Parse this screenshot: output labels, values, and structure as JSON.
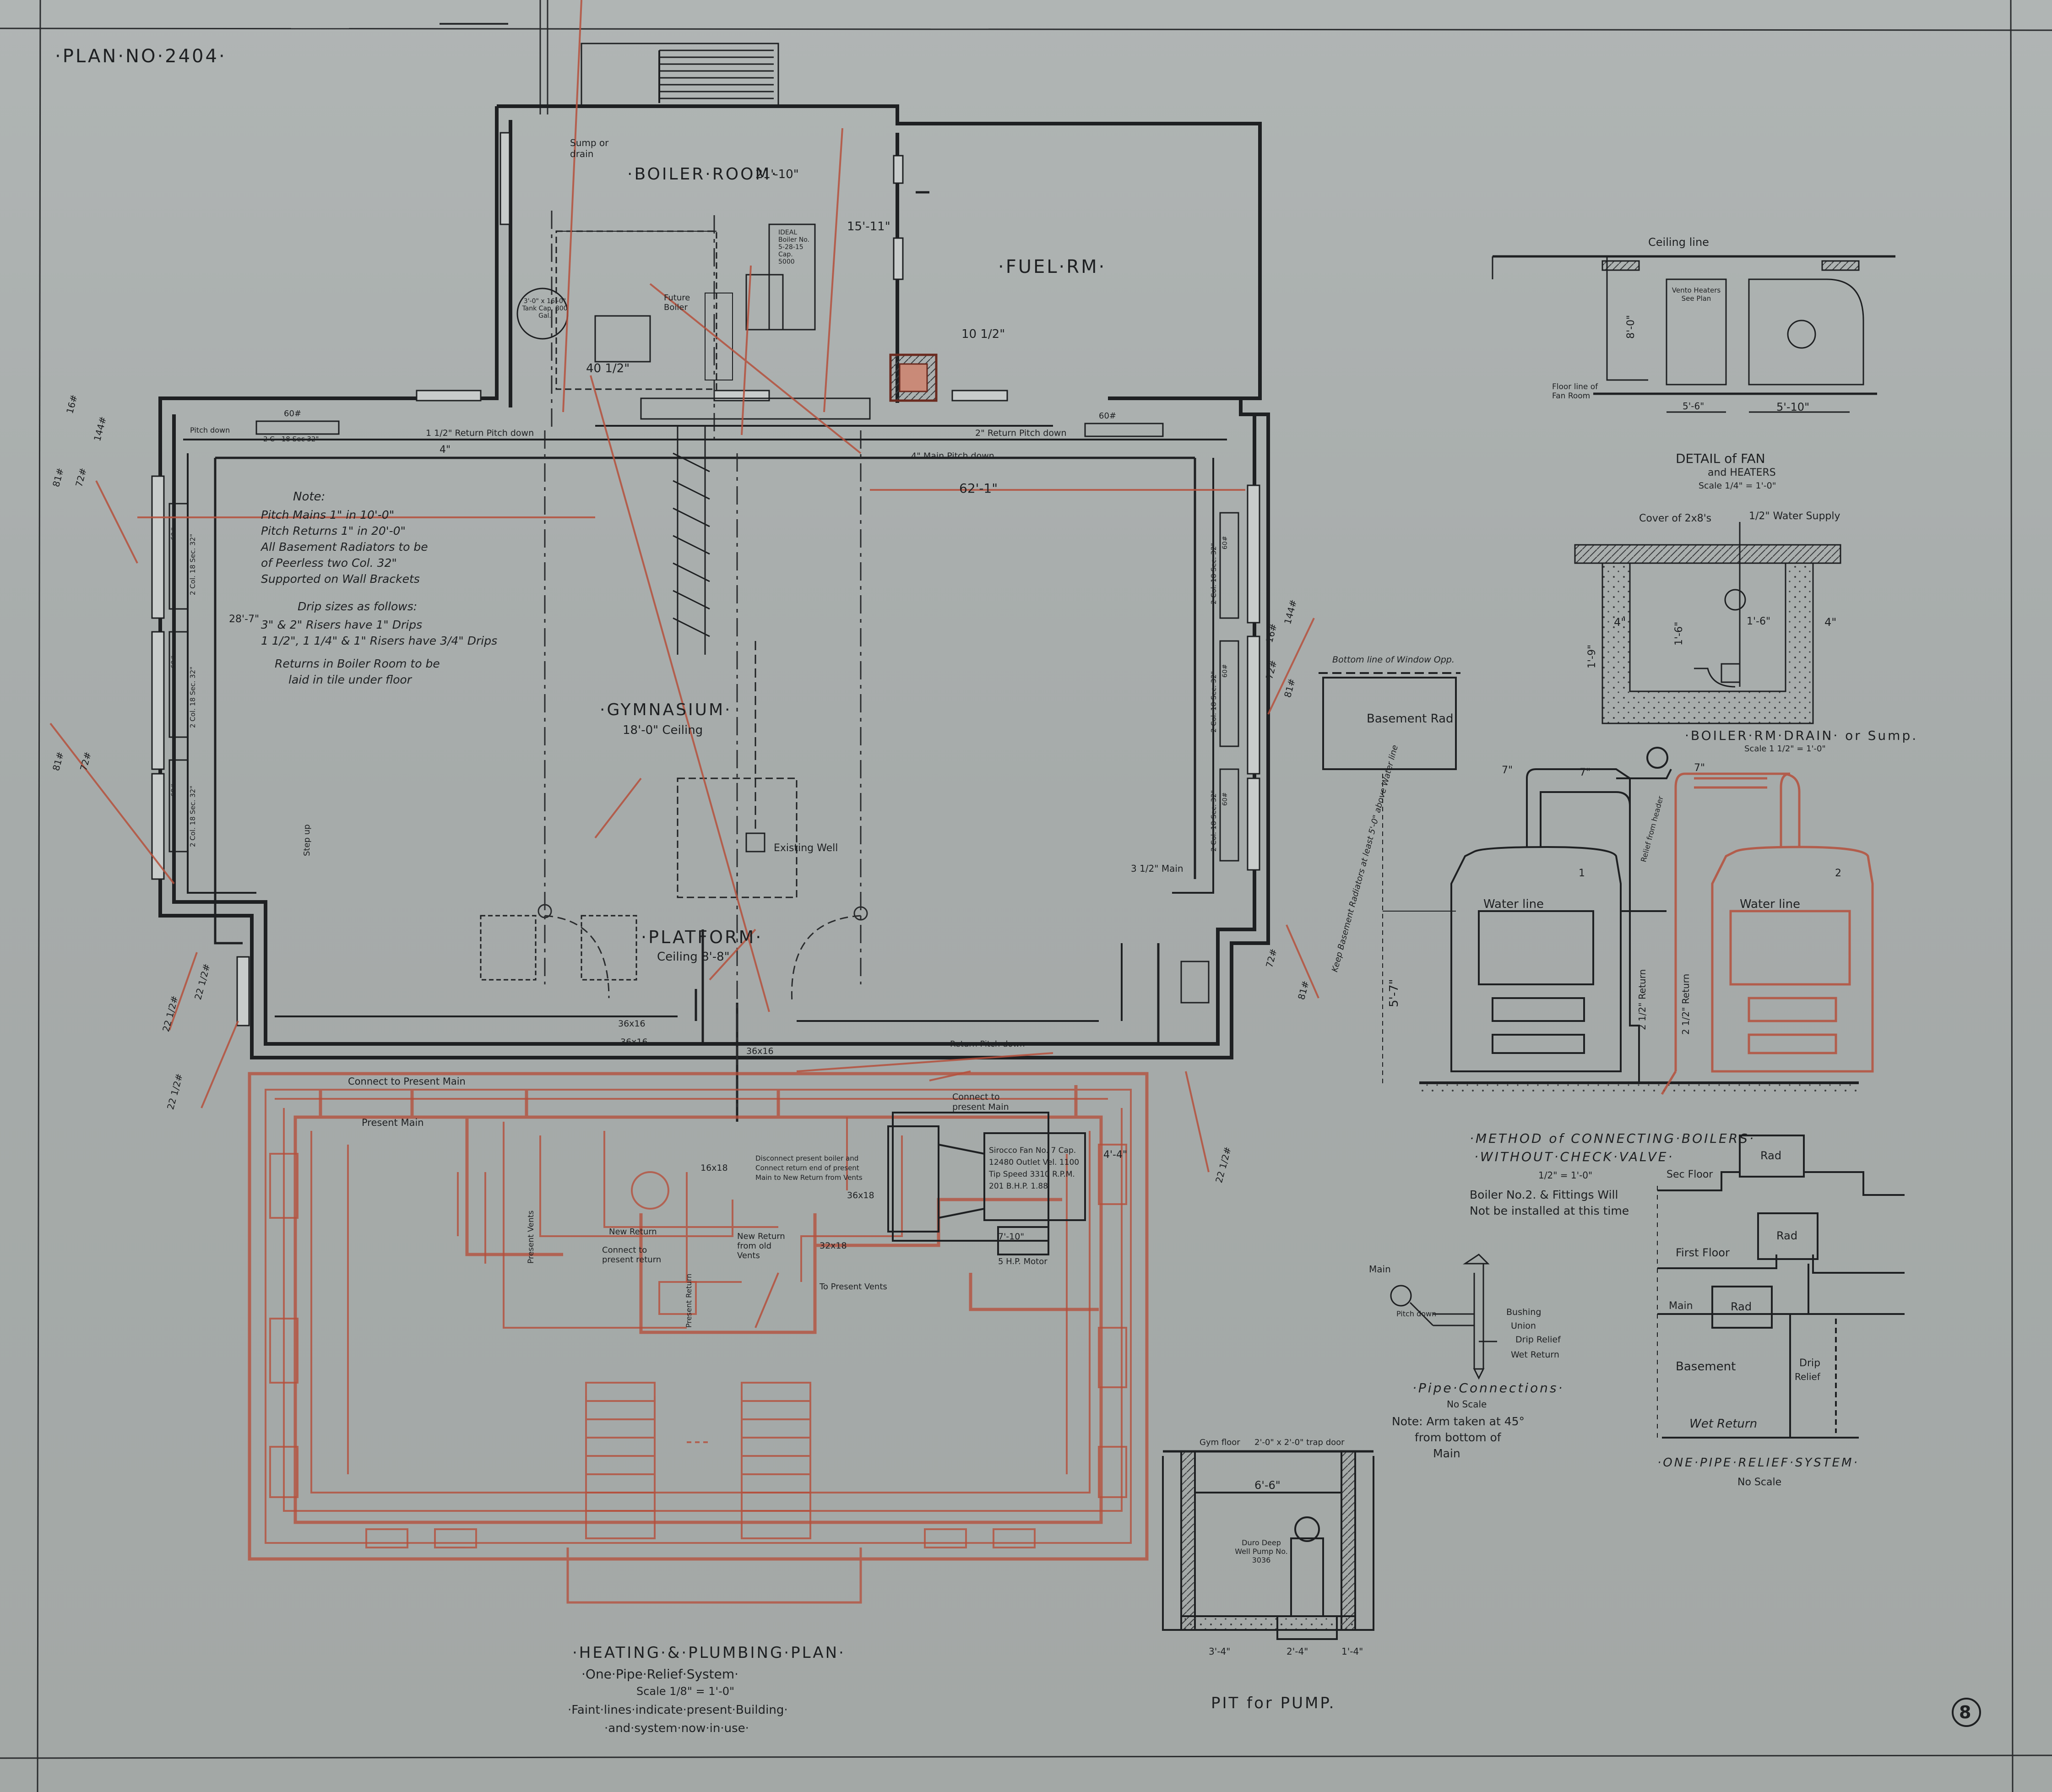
{
  "sheet": {
    "plan_number": "·PLAN·NO·2404·",
    "sheet_number": "8"
  },
  "main_plan": {
    "title": "·HEATING·&·PLUMBING·PLAN·",
    "system": "·One·Pipe·Relief·System·",
    "scale": "Scale 1/8\" = 1'-0\"",
    "faint_note_1": "·Faint·lines·indicate·present·Building·",
    "faint_note_2": "·and·system·now·in·use·",
    "rooms": {
      "boiler_room": "·BOILER·ROOM·",
      "boiler_room_dim": "21'-10\"",
      "fuel_room": "·FUEL·RM·",
      "gymnasium": "·GYMNASIUM·",
      "gymnasium_ceiling": "18'-0\" Ceiling",
      "platform": "·PLATFORM·",
      "platform_ceiling": "Ceiling 8'-8\"",
      "existing_well": "Existing Well"
    },
    "dimensions": {
      "gym_length": "62'-1\"",
      "boiler_room_height": "15'-11\"",
      "left_wall": "28'-7\"",
      "tank_size": "40 1/2\"",
      "flue_size": "10 1/2\""
    },
    "equipment": {
      "tank": "3'-0\" x 16'-0\" Tank Cap. 800 Gal.",
      "ideal_boiler": "IDEAL Boiler No. 5-28-15 Cap. 5000",
      "future_boiler": "Future Boiler",
      "sump": "Sump or drain",
      "sirocco_fan": "Sirocco Fan No. 7 Cap. 12480 Outlet Vel. 1100 Tip Speed 3310 R.P.M. 201 B.H.P. 1.88",
      "motor": "5 H.P. Motor"
    },
    "notes": {
      "note_title": "Note:",
      "note_1": "Pitch Mains 1\" in 10'-0\"",
      "note_2": "Pitch Returns 1\" in 20'-0\"",
      "note_3": "All Basement Radiators to be",
      "note_4": "of Peerless two Col. 32\"",
      "note_5": "Supported on Wall Brackets",
      "drip_title": "Drip sizes as follows:",
      "drip_1": "3\" & 2\" Risers have 1\" Drips",
      "drip_2": "1 1/2\", 1 1/4\" & 1\" Risers have 3/4\" Drips",
      "returns_1": "Returns in Boiler Room to be",
      "returns_2": "laid in tile under floor"
    },
    "pipe_labels": {
      "return_pitch_down": "1 1/2\" Return Pitch down",
      "return_pitch_down_2": "2\" Return Pitch down",
      "main_pitch_down": "4\" Main Pitch down",
      "pitch_down": "Pitch down",
      "main_4": "4\"",
      "main_3_half": "3 1/2\" Main",
      "step_up": "Step up",
      "connect_present_main": "Connect to Present Main",
      "present_main": "Present Main",
      "connect_present_main_2": "Connect to present Main",
      "new_return": "New Return",
      "connect_present_return": "Connect to present return",
      "new_return_vents": "New Return from old Vents",
      "to_present_vents": "To Present Vents",
      "disconnect": "Disconnect present boiler and Connect return end of present Main to New Return from Vents",
      "present_return": "Present Return",
      "present_vents": "Present Vents",
      "return_pitch_down_3": "Return Pitch down"
    },
    "radiator_labels": {
      "rad_60_top": "60#",
      "rad_60_top_2": "60#",
      "rad_2c": "2 C - 18 Sec 32\"",
      "rad_left_1": "2 Col. 18 Sec. 32\"",
      "rad_left_2": "2 Col. 18 Sec. 32\"",
      "rad_left_3": "2 Col. 18 Sec. 32\"",
      "rad_right_1": "2 Col. 18 Sec. 32\"",
      "rad_right_2": "2 Col. 18 Sec. 32\"",
      "rad_right_3": "2 Col. 18 Sec. 32\"",
      "rad_60_l1": "60#",
      "rad_60_l2": "60#",
      "rad_60_l3": "60#",
      "rad_60_r1": "60#",
      "rad_60_r2": "60#",
      "rad_60_r3": "60#"
    },
    "duct_labels": {
      "d_36_16a": "36x16",
      "d_36_16b": "36x16",
      "d_36_16c": "36x16",
      "d_16_18": "16x18",
      "d_32_18": "32x18",
      "d_36_18": "36x18",
      "d_7_10": "7'-10\"",
      "d_4_4": "4'-4\""
    },
    "edge_annotations": {
      "left_1": "81#",
      "left_2": "72#",
      "left_3": "144#",
      "left_4": "16#",
      "left_5": "81#",
      "left_6": "72#",
      "right_1": "72#",
      "right_2": "81#",
      "right_3": "144#",
      "right_4": "16#",
      "bot_1": "22 1/2#",
      "bot_2": "22 1/2#",
      "bot_3": "22 1/2#",
      "bot_4": "22 1/2#",
      "bot_5": "72#",
      "bot_6": "81#"
    }
  },
  "fan_detail": {
    "ceiling_line": "Ceiling line",
    "vento": "Vento Heaters See Plan",
    "height": "8'-0\"",
    "floor_line": "Floor line of Fan Room",
    "dim_1": "5'-6\"",
    "dim_2": "5'-10\"",
    "title": "DETAIL of FAN",
    "title_2": "and HEATERS",
    "scale": "Scale 1/4\" = 1'-0\""
  },
  "drain_detail": {
    "cover": "Cover of 2x8's",
    "water_supply": "1/2\" Water Supply",
    "depth": "1'-9\"",
    "depth_2": "1'-6\"",
    "width": "1'-6\"",
    "side_1": "4\"",
    "side_2": "4\"",
    "title": "·BOILER·RM·DRAIN· or Sump.",
    "scale": "Scale 1 1/2\" = 1'-0\""
  },
  "basement_rad": {
    "bottom_line": "Bottom line of Window Opp.",
    "box_label": "Basement Rad",
    "vertical_note": "Keep Basement Radiators at least 5'-0\" above Water line"
  },
  "boilers_detail": {
    "pipe_7a": "7\"",
    "pipe_7b": "7\"",
    "pipe_7c": "7\"",
    "water_line_1": "Water line",
    "water_line_2": "Water line",
    "boiler_1": "1",
    "boiler_2": "2",
    "height": "5'-7\"",
    "return_1": "2 1/2\" Return",
    "return_2": "2 1/2\" Return",
    "relief": "Relief from header",
    "title": "·METHOD of CONNECTING·BOILERS·",
    "title_2": "·WITHOUT·CHECK·VALVE·",
    "scale": "1/2\" = 1'-0\"",
    "note_1": "Boiler No.2. & Fittings Will",
    "note_2": "Not be installed at this time"
  },
  "pipe_connections": {
    "main": "Main",
    "pitch_down": "Pitch down",
    "bushing": "Bushing",
    "union": "Union",
    "drip_relief": "Drip Relief",
    "wet_return": "Wet Return",
    "title": "·Pipe·Connections·",
    "no_scale": "No Scale",
    "note_1": "Note: Arm taken at 45°",
    "note_2": "from bottom of",
    "note_3": "Main"
  },
  "relief_system": {
    "rad_1": "Rad",
    "rad_2": "Rad",
    "rad_3": "Rad",
    "sec_floor": "Sec Floor",
    "first_floor": "First Floor",
    "main": "Main",
    "basement": "Basement",
    "drip": "Drip",
    "relief": "Relief",
    "wet_return": "Wet Return",
    "title": "·ONE·PIPE·RELIEF·SYSTEM·",
    "no_scale": "No Scale"
  },
  "pump_pit": {
    "gym_floor": "Gym floor",
    "trap_door": "2'-0\" x 2'-0\" trap door",
    "width": "6'-6\"",
    "pump": "Duro Deep Well Pump No. 3036",
    "dim_1": "3'-4\"",
    "dim_2": "2'-4\"",
    "dim_3": "1'-4\"",
    "title": "PIT for PUMP."
  }
}
